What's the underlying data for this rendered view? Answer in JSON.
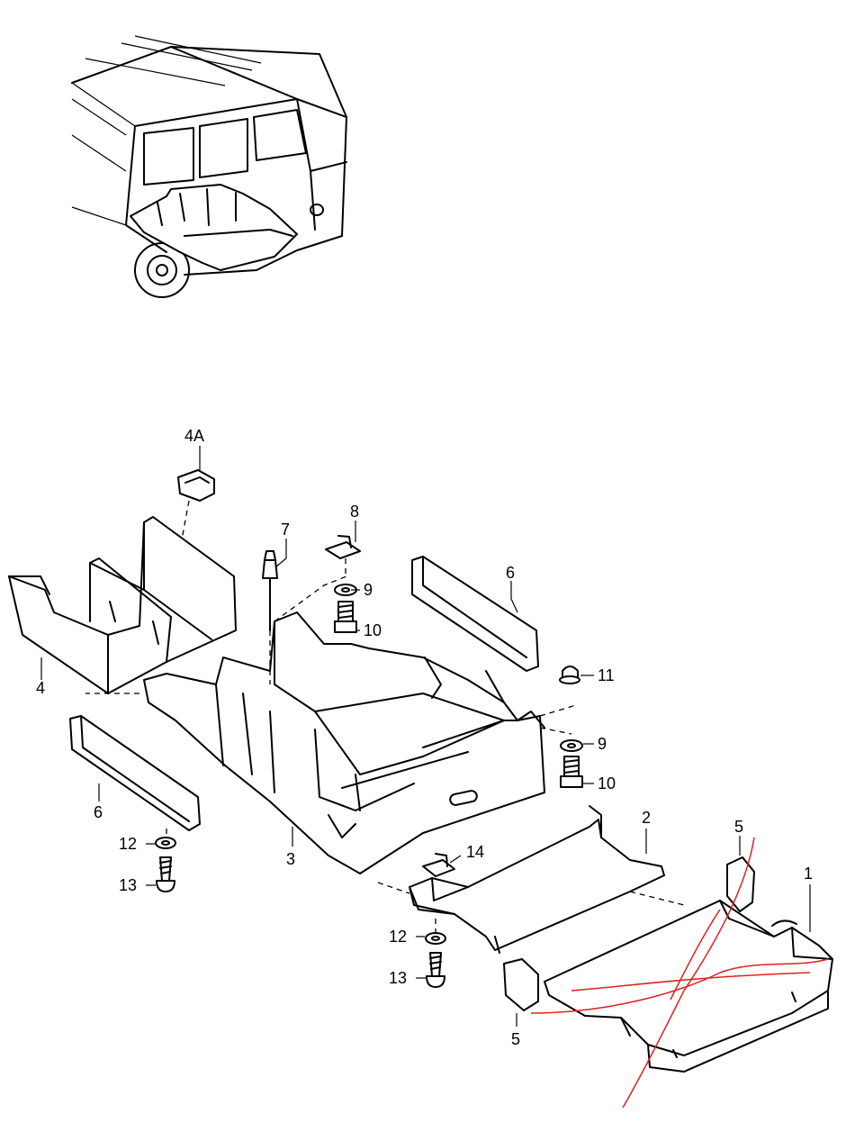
{
  "callouts": {
    "p1": "1",
    "p2": "2",
    "p3": "3",
    "p4": "4",
    "p4a": "4A",
    "p5_top": "5",
    "p5_bottom": "5",
    "p6_right": "6",
    "p6_left": "6",
    "p7": "7",
    "p8": "8",
    "p9_upper": "9",
    "p9_lower": "9",
    "p10_upper": "10",
    "p10_lower": "10",
    "p11": "11",
    "p12_left": "12",
    "p12_middle": "12",
    "p13_left": "13",
    "p13_middle": "13",
    "p14": "14"
  },
  "annotation": {
    "mark_color": "#e02020",
    "mark_meaning": "part 1 crossed out by hand"
  }
}
